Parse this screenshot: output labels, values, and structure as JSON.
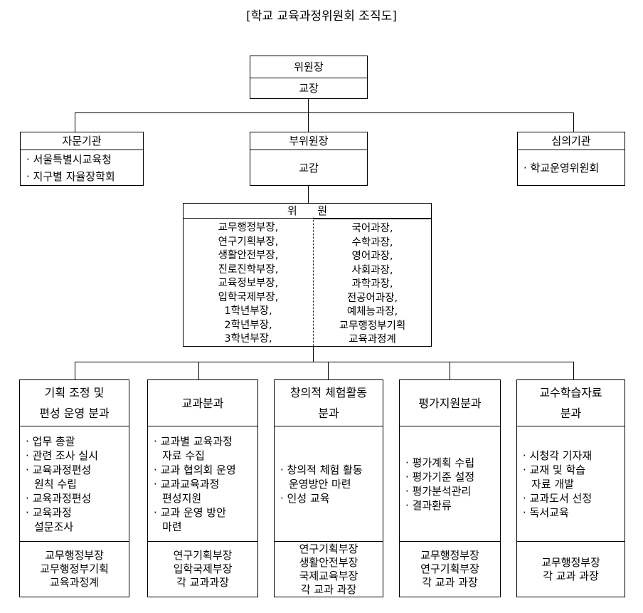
{
  "title": "[학교 교육과정위원회 조직도]",
  "chair": {
    "title": "위원장",
    "person": "교장"
  },
  "advisory": {
    "title": "자문기관",
    "items": [
      "서울특별시교육청",
      "지구별 자율장학회"
    ]
  },
  "vice_chair": {
    "title": "부위원장",
    "person": "교감"
  },
  "deliberative": {
    "title": "심의기관",
    "items": [
      "학교운영위원회"
    ]
  },
  "members": {
    "title": "위      원",
    "left": [
      "교무행정부장,",
      "연구기획부장,",
      "생활안전부장,",
      "진로진학부장,",
      "교육정보부장,",
      "입학국제부장,",
      "1학년부장,",
      "2학년부장,",
      "3학년부장,"
    ],
    "right": [
      "국어과장,",
      "수학과장,",
      "영어과장,",
      "사회과장,",
      "과학과장,",
      "전공어과장,",
      "예체능과장,",
      "교무행정부기획",
      "교육과정계"
    ]
  },
  "divisions": [
    {
      "title": [
        "기획 조정 및",
        "편성 운영 분과"
      ],
      "tasks": [
        [
          "업무 총괄"
        ],
        [
          "관련 조사 실시"
        ],
        [
          "교육과정편성",
          "원칙 수립"
        ],
        [
          "교육과정편성"
        ],
        [
          "교육과정",
          "설문조사"
        ]
      ],
      "members": [
        "교무행정부장",
        "교무행정부기획",
        "교육과정계"
      ]
    },
    {
      "title": [
        "교과분과"
      ],
      "tasks": [
        [
          "교과별 교육과정",
          "자료 수집"
        ],
        [
          "교과 협의회 운영"
        ],
        [
          "교과교육과정",
          "편성지원"
        ],
        [
          "교과 운영 방안",
          "마련"
        ]
      ],
      "members": [
        "연구기획부장",
        "입학국제부장",
        "각 교과과장"
      ]
    },
    {
      "title": [
        "창의적 체험활동",
        "분과"
      ],
      "tasks": [
        [
          "창의적 체험 활동",
          "운영방안 마련"
        ],
        [
          "인성 교육"
        ]
      ],
      "members": [
        "연구기획부장",
        "생활안전부장",
        "국제교육부장",
        "각 교과 과장"
      ]
    },
    {
      "title": [
        "평가지원분과"
      ],
      "tasks": [
        [
          "평가계획 수립"
        ],
        [
          "평가기준 설정"
        ],
        [
          "평가분석관리"
        ],
        [
          "결과환류"
        ]
      ],
      "members": [
        "교무행정부장",
        "연구기획부장",
        "각 교과 과장"
      ]
    },
    {
      "title": [
        "교수학습자료",
        "분과"
      ],
      "tasks": [
        [
          "시청각 기자재"
        ],
        [
          "교재 및 학습",
          "자료  개발"
        ],
        [
          "교과도서 선정"
        ],
        [
          "독서교육"
        ]
      ],
      "members": [
        "교무행정부장",
        "각 교과 과장"
      ]
    }
  ]
}
